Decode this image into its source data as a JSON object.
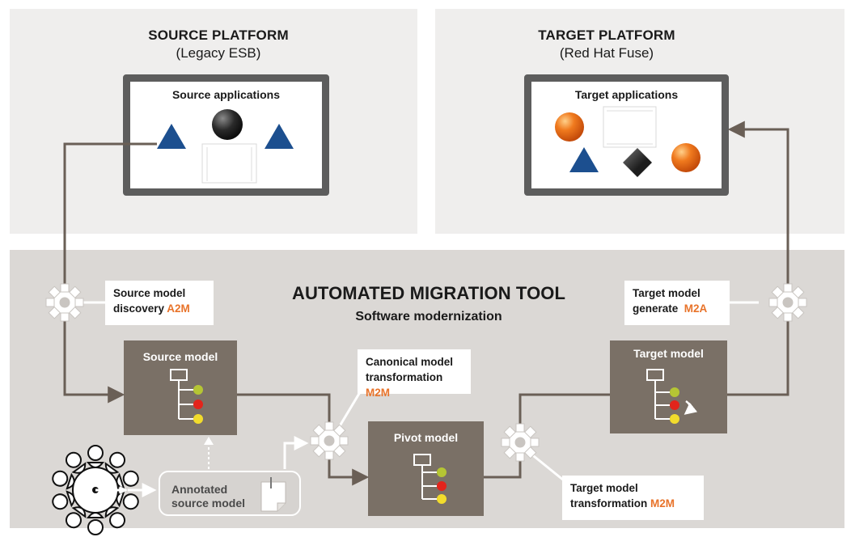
{
  "source_platform": {
    "title": "SOURCE PLATFORM",
    "subtitle": "(Legacy ESB)",
    "screen_label": "Source applications"
  },
  "target_platform": {
    "title": "TARGET PLATFORM",
    "subtitle": "(Red Hat Fuse)",
    "screen_label": "Target applications"
  },
  "tool": {
    "title": "AUTOMATED MIGRATION TOOL",
    "subtitle": "Software modernization"
  },
  "callouts": {
    "source_discovery": {
      "line1": "Source model",
      "line2": "discovery",
      "tag": "A2M"
    },
    "target_generate": {
      "line1": "Target model",
      "line2": "generate",
      "tag": "M2A"
    },
    "canonical": {
      "line1": "Canonical model",
      "line2": "transformation",
      "tag": "M2M"
    },
    "target_transform": {
      "line1": "Target model",
      "line2": "transformation",
      "tag": "M2M"
    }
  },
  "models": {
    "source": "Source model",
    "pivot": "Pivot model",
    "target": "Target model"
  },
  "annotated": {
    "line1": "Annotated",
    "line2": "source model"
  },
  "colors": {
    "accent_orange": "#e8732a",
    "model_box": "#7a7066",
    "panel_top": "#efeeed",
    "panel_bottom": "#dbd8d5",
    "connector": "#6a5f56",
    "triangle_blue": "#1c4f8f",
    "dot_green": "#b5c534",
    "dot_red": "#e3241b",
    "dot_yellow": "#f2dc2c"
  },
  "icons": [
    "gear-icon",
    "tree-model-icon",
    "people-circle-icon",
    "note-icon",
    "triangle-shape",
    "sphere-shape",
    "diamond-shape",
    "document-shape"
  ]
}
